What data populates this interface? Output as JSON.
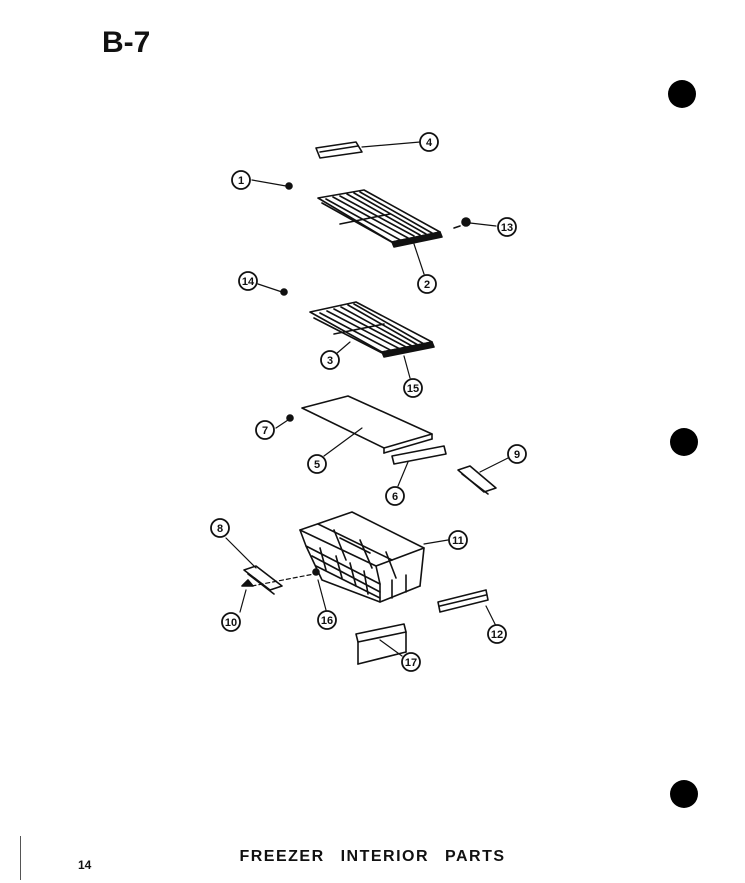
{
  "header": {
    "page_label": "B-7"
  },
  "footer": {
    "page_number": "14",
    "title": "FREEZER  INTERIOR  PARTS"
  },
  "colors": {
    "ink": "#111111",
    "paper": "#ffffff"
  },
  "callouts": [
    "1",
    "2",
    "3",
    "4",
    "5",
    "6",
    "7",
    "8",
    "9",
    "10",
    "11",
    "12",
    "13",
    "14",
    "15",
    "16",
    "17"
  ]
}
